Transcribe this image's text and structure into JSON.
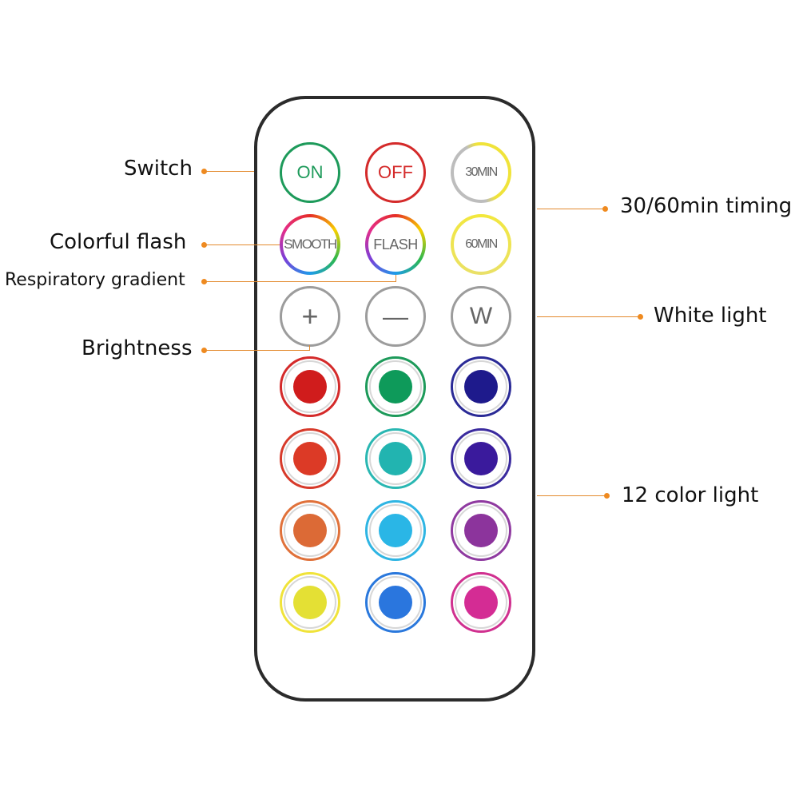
{
  "buttons": {
    "on": "ON",
    "off": "OFF",
    "timer30": "30MIN",
    "smooth": "SMOOTH",
    "flash": "FLASH",
    "timer60": "60MIN",
    "plus": "+",
    "minus": "—",
    "white": "W"
  },
  "color_buttons": [
    "#d01c1c",
    "#0e9a5a",
    "#1e1a8c",
    "#dc3a26",
    "#22b4b0",
    "#3a1a9c",
    "#dc6a36",
    "#2ab6e6",
    "#8c349c",
    "#e4e034",
    "#2a76de",
    "#d42c94"
  ],
  "color_rings": [
    "#d42a2a",
    "#1d9a5a",
    "#2a2a96",
    "#d73a2a",
    "#2ab7b2",
    "#3a2a9e",
    "#e0713a",
    "#2fb5e3",
    "#8f3aa0",
    "#f0e33a",
    "#2a78dc",
    "#d0308f"
  ],
  "labels": {
    "switch": "Switch",
    "colorful_flash": "Colorful flash",
    "respiratory_gradient": "Respiratory gradient",
    "brightness": "Brightness",
    "timing": "30/60min timing",
    "white_light": "White light",
    "color_light": "12 color light"
  },
  "accent": "#ef8a1f"
}
